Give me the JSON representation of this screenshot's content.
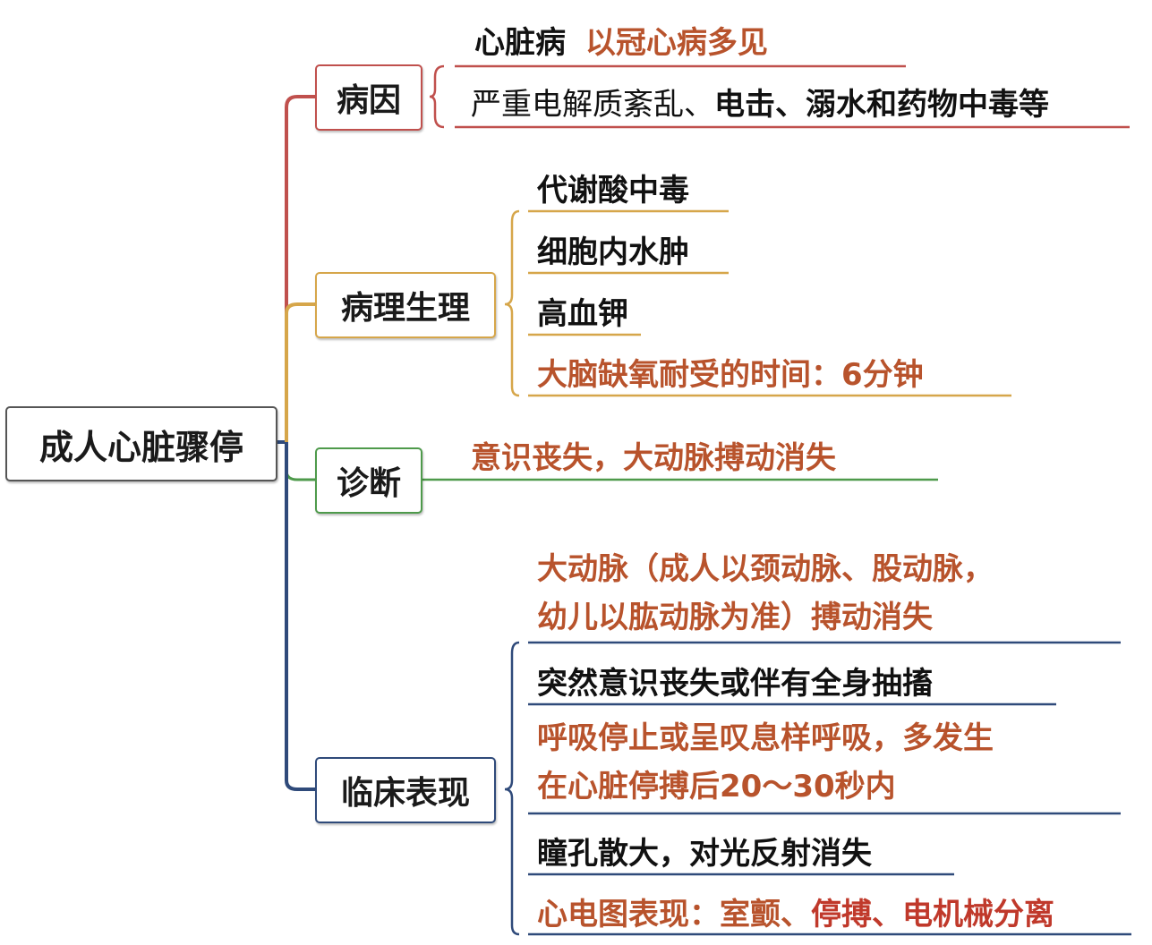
{
  "root": {
    "label": "成人心脏骤停"
  },
  "branches": [
    {
      "label": "病因",
      "leaves": [
        {
          "black": "心脏病",
          "red": "以冠心病多见"
        },
        {
          "light": "严重电解质紊乱、",
          "black": "电击、溺水和药物中毒等"
        }
      ]
    },
    {
      "label": "病理生理",
      "leaves": [
        "代谢酸中毒",
        "细胞内水肿",
        "高血钾",
        "大脑缺氧耐受的时间：6分钟"
      ]
    },
    {
      "label": "诊断",
      "leaves": [
        "意识丧失，大动脉搏动消失"
      ]
    },
    {
      "label": "临床表现",
      "leaves": [
        {
          "line1": "大动脉（成人以颈动脉、股动脉，",
          "line2": "幼儿以肱动脉为准）搏动消失"
        },
        "突然意识丧失或伴有全身抽搐",
        {
          "line1": "呼吸停止或呈叹息样呼吸，多发生",
          "line2": "在心脏停搏后20～30秒内"
        },
        "瞳孔散大，对光反射消失",
        {
          "prefix": "心电图表现：",
          "p1": "室颤",
          "sep": "、",
          "p2": "停搏、电机械分离"
        }
      ]
    }
  ],
  "colors": {
    "cause": "#c0504d",
    "pathophysiology": "#d6a64a",
    "diagnosis": "#4e9a4b",
    "clinical": "#2f4a7a",
    "emphasis": "#c0392b"
  }
}
